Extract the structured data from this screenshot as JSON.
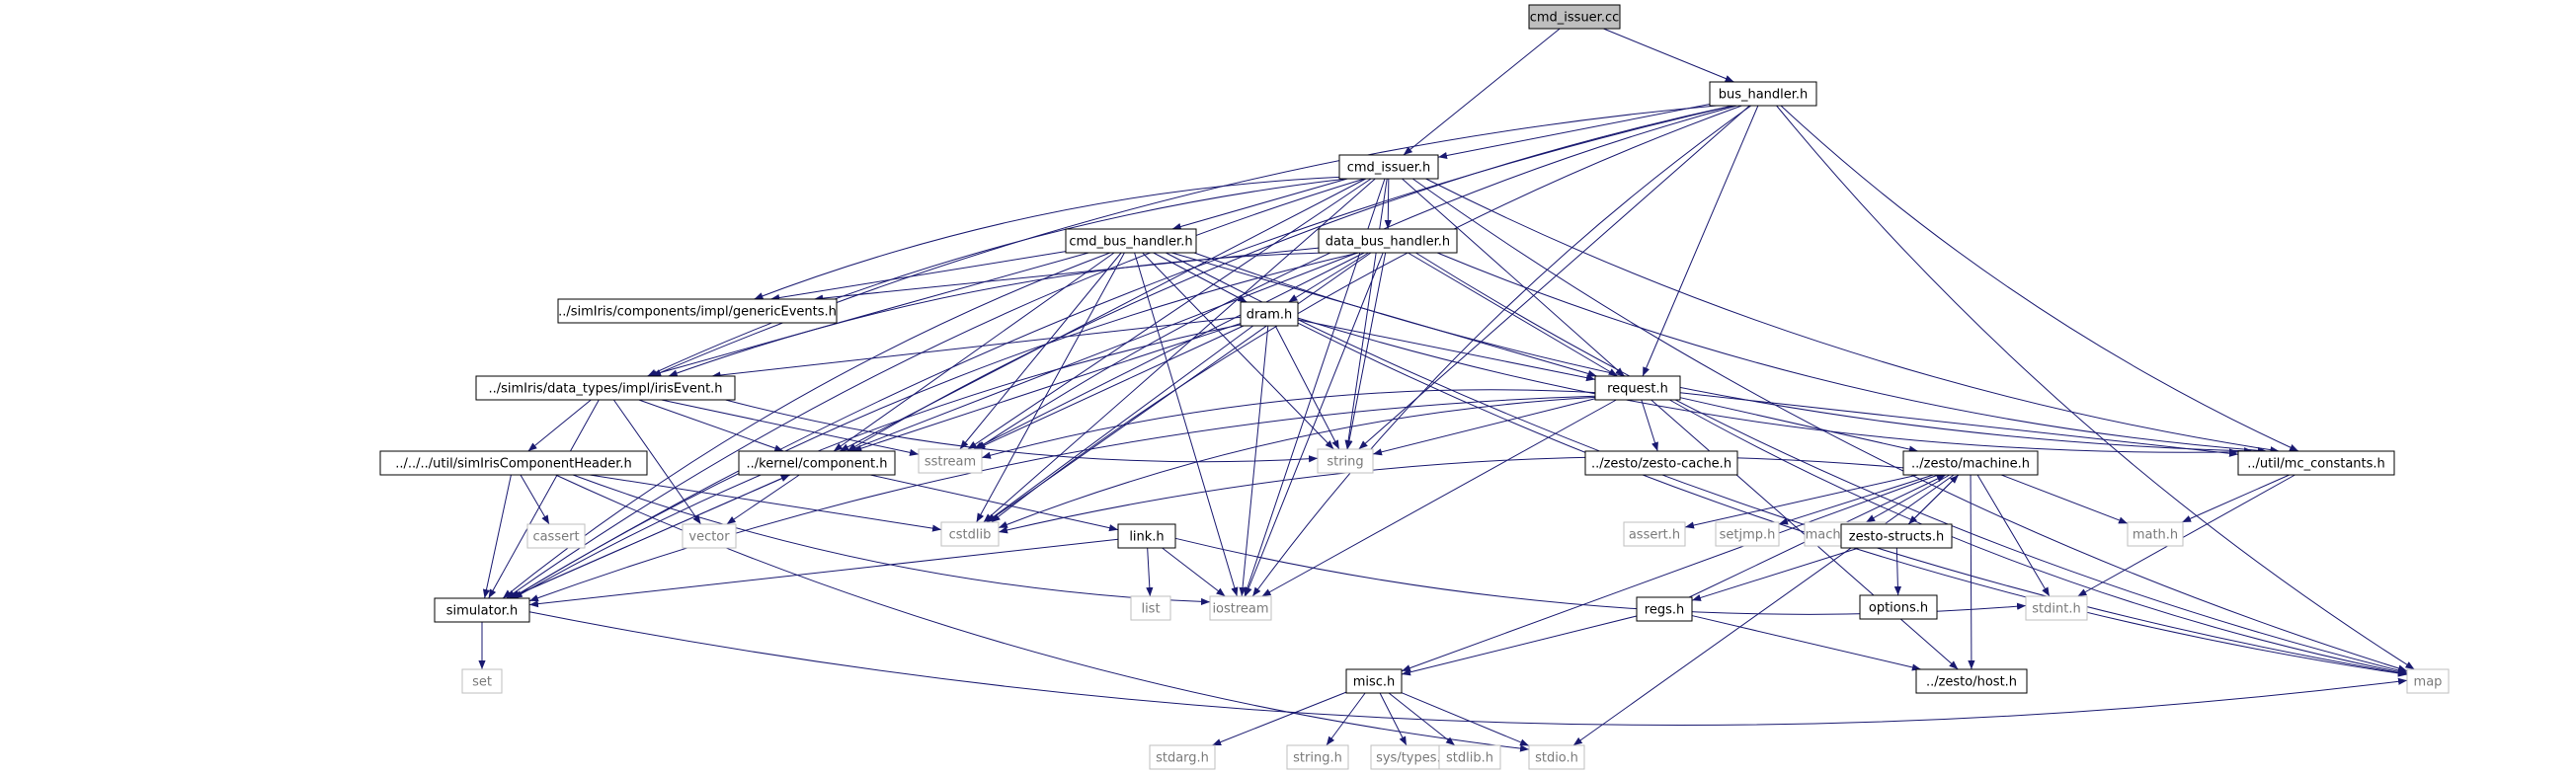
{
  "diagram": {
    "title": "cmd_issuer.cc",
    "colors": {
      "edge": "#191970",
      "root_fill": "#bfbfbf",
      "node_border": "#000000",
      "system_border": "#bfbfbf",
      "system_text": "#7a7a7a"
    },
    "nodes": [
      {
        "id": "cmd_issuer_cc",
        "label": "cmd_issuer.cc",
        "kind": "root"
      },
      {
        "id": "bus_handler_h",
        "label": "bus_handler.h",
        "kind": "local"
      },
      {
        "id": "cmd_issuer_h",
        "label": "cmd_issuer.h",
        "kind": "local"
      },
      {
        "id": "cmd_bus_handler_h",
        "label": "cmd_bus_handler.h",
        "kind": "local"
      },
      {
        "id": "data_bus_handler_h",
        "label": "data_bus_handler.h",
        "kind": "local"
      },
      {
        "id": "genericEvents_h",
        "label": "../simIris/components/impl/genericEvents.h",
        "kind": "local"
      },
      {
        "id": "dram_h",
        "label": "dram.h",
        "kind": "local"
      },
      {
        "id": "irisEvent_h",
        "label": "../simIris/data_types/impl/irisEvent.h",
        "kind": "local"
      },
      {
        "id": "request_h",
        "label": "request.h",
        "kind": "local"
      },
      {
        "id": "simIrisComponentHeader_h",
        "label": "../../../util/simIrisComponentHeader.h",
        "kind": "local"
      },
      {
        "id": "component_h",
        "label": "../kernel/component.h",
        "kind": "local"
      },
      {
        "id": "sstream",
        "label": "sstream",
        "kind": "sys"
      },
      {
        "id": "string",
        "label": "string",
        "kind": "sys"
      },
      {
        "id": "zesto_cache_h",
        "label": "../zesto/zesto-cache.h",
        "kind": "local"
      },
      {
        "id": "machine_h",
        "label": "../zesto/machine.h",
        "kind": "local"
      },
      {
        "id": "mc_constants_h",
        "label": "../util/mc_constants.h",
        "kind": "local"
      },
      {
        "id": "cassert",
        "label": "cassert",
        "kind": "sys"
      },
      {
        "id": "vector",
        "label": "vector",
        "kind": "sys"
      },
      {
        "id": "cstdlib",
        "label": "cstdlib",
        "kind": "sys"
      },
      {
        "id": "link_h",
        "label": "link.h",
        "kind": "local"
      },
      {
        "id": "assert_h",
        "label": "assert.h",
        "kind": "sys"
      },
      {
        "id": "setjmp_h",
        "label": "setjmp.h",
        "kind": "sys"
      },
      {
        "id": "machine_def",
        "label": "machine.def",
        "kind": "sys"
      },
      {
        "id": "zesto_structs_h",
        "label": "zesto-structs.h",
        "kind": "local"
      },
      {
        "id": "math_h",
        "label": "math.h",
        "kind": "sys"
      },
      {
        "id": "simulator_h",
        "label": "simulator.h",
        "kind": "local"
      },
      {
        "id": "list",
        "label": "list",
        "kind": "sys"
      },
      {
        "id": "iostream",
        "label": "iostream",
        "kind": "sys"
      },
      {
        "id": "options_h",
        "label": "options.h",
        "kind": "local"
      },
      {
        "id": "stdint_h",
        "label": "stdint.h",
        "kind": "sys"
      },
      {
        "id": "regs_h",
        "label": "regs.h",
        "kind": "local"
      },
      {
        "id": "set",
        "label": "set",
        "kind": "sys"
      },
      {
        "id": "misc_h",
        "label": "misc.h",
        "kind": "local"
      },
      {
        "id": "host_h",
        "label": "../zesto/host.h",
        "kind": "local"
      },
      {
        "id": "map",
        "label": "map",
        "kind": "sys"
      },
      {
        "id": "stdarg_h",
        "label": "stdarg.h",
        "kind": "sys"
      },
      {
        "id": "string_h",
        "label": "string.h",
        "kind": "sys"
      },
      {
        "id": "sys_types_h",
        "label": "sys/types.h",
        "kind": "sys"
      },
      {
        "id": "stdlib_h",
        "label": "stdlib.h",
        "kind": "sys"
      },
      {
        "id": "stdio_h",
        "label": "stdio.h",
        "kind": "sys"
      }
    ],
    "edges": [
      [
        "cmd_issuer_cc",
        "bus_handler_h"
      ],
      [
        "cmd_issuer_cc",
        "cmd_issuer_h"
      ],
      [
        "bus_handler_h",
        "cmd_issuer_h"
      ],
      [
        "bus_handler_h",
        "string"
      ],
      [
        "bus_handler_h",
        "request_h"
      ],
      [
        "bus_handler_h",
        "mc_constants_h"
      ],
      [
        "bus_handler_h",
        "map"
      ],
      [
        "bus_handler_h",
        "iostream"
      ],
      [
        "bus_handler_h",
        "cstdlib"
      ],
      [
        "bus_handler_h",
        "irisEvent_h"
      ],
      [
        "bus_handler_h",
        "component_h"
      ],
      [
        "bus_handler_h",
        "simulator_h"
      ],
      [
        "bus_handler_h",
        "sstream"
      ],
      [
        "cmd_issuer_h",
        "cmd_bus_handler_h"
      ],
      [
        "cmd_issuer_h",
        "data_bus_handler_h"
      ],
      [
        "cmd_issuer_h",
        "genericEvents_h"
      ],
      [
        "cmd_issuer_h",
        "irisEvent_h"
      ],
      [
        "cmd_issuer_h",
        "request_h"
      ],
      [
        "cmd_issuer_h",
        "component_h"
      ],
      [
        "cmd_issuer_h",
        "simulator_h"
      ],
      [
        "cmd_issuer_h",
        "sstream"
      ],
      [
        "cmd_issuer_h",
        "string"
      ],
      [
        "cmd_issuer_h",
        "mc_constants_h"
      ],
      [
        "cmd_issuer_h",
        "map"
      ],
      [
        "cmd_issuer_h",
        "iostream"
      ],
      [
        "cmd_issuer_h",
        "cstdlib"
      ],
      [
        "cmd_bus_handler_h",
        "genericEvents_h"
      ],
      [
        "cmd_bus_handler_h",
        "dram_h"
      ],
      [
        "cmd_bus_handler_h",
        "irisEvent_h"
      ],
      [
        "cmd_bus_handler_h",
        "request_h"
      ],
      [
        "cmd_bus_handler_h",
        "component_h"
      ],
      [
        "cmd_bus_handler_h",
        "sstream"
      ],
      [
        "cmd_bus_handler_h",
        "string"
      ],
      [
        "cmd_bus_handler_h",
        "cstdlib"
      ],
      [
        "cmd_bus_handler_h",
        "iostream"
      ],
      [
        "cmd_bus_handler_h",
        "simulator_h"
      ],
      [
        "cmd_bus_handler_h",
        "mc_constants_h"
      ],
      [
        "cmd_bus_handler_h",
        "map"
      ],
      [
        "data_bus_handler_h",
        "genericEvents_h"
      ],
      [
        "data_bus_handler_h",
        "dram_h"
      ],
      [
        "data_bus_handler_h",
        "irisEvent_h"
      ],
      [
        "data_bus_handler_h",
        "request_h"
      ],
      [
        "data_bus_handler_h",
        "component_h"
      ],
      [
        "data_bus_handler_h",
        "sstream"
      ],
      [
        "data_bus_handler_h",
        "string"
      ],
      [
        "data_bus_handler_h",
        "cstdlib"
      ],
      [
        "data_bus_handler_h",
        "iostream"
      ],
      [
        "data_bus_handler_h",
        "simulator_h"
      ],
      [
        "data_bus_handler_h",
        "mc_constants_h"
      ],
      [
        "data_bus_handler_h",
        "map"
      ],
      [
        "dram_h",
        "irisEvent_h"
      ],
      [
        "dram_h",
        "request_h"
      ],
      [
        "dram_h",
        "component_h"
      ],
      [
        "dram_h",
        "sstream"
      ],
      [
        "dram_h",
        "string"
      ],
      [
        "dram_h",
        "cstdlib"
      ],
      [
        "dram_h",
        "iostream"
      ],
      [
        "dram_h",
        "simulator_h"
      ],
      [
        "dram_h",
        "mc_constants_h"
      ],
      [
        "dram_h",
        "map"
      ],
      [
        "irisEvent_h",
        "simIrisComponentHeader_h"
      ],
      [
        "irisEvent_h",
        "component_h"
      ],
      [
        "irisEvent_h",
        "sstream"
      ],
      [
        "irisEvent_h",
        "string"
      ],
      [
        "irisEvent_h",
        "vector"
      ],
      [
        "irisEvent_h",
        "simulator_h"
      ],
      [
        "request_h",
        "sstream"
      ],
      [
        "request_h",
        "string"
      ],
      [
        "request_h",
        "zesto_cache_h"
      ],
      [
        "request_h",
        "machine_h"
      ],
      [
        "request_h",
        "mc_constants_h"
      ],
      [
        "request_h",
        "cstdlib"
      ],
      [
        "request_h",
        "iostream"
      ],
      [
        "request_h",
        "simulator_h"
      ],
      [
        "request_h",
        "host_h"
      ],
      [
        "request_h",
        "map"
      ],
      [
        "simIrisComponentHeader_h",
        "cassert"
      ],
      [
        "simIrisComponentHeader_h",
        "cstdlib"
      ],
      [
        "simIrisComponentHeader_h",
        "simulator_h"
      ],
      [
        "simIrisComponentHeader_h",
        "iostream"
      ],
      [
        "simIrisComponentHeader_h",
        "stdio_h"
      ],
      [
        "component_h",
        "vector"
      ],
      [
        "component_h",
        "link_h"
      ],
      [
        "component_h",
        "simulator_h"
      ],
      [
        "simulator_h",
        "component_h"
      ],
      [
        "simulator_h",
        "set"
      ],
      [
        "simulator_h",
        "map"
      ],
      [
        "machine_h",
        "cstdlib"
      ],
      [
        "machine_h",
        "assert_h"
      ],
      [
        "machine_h",
        "setjmp_h"
      ],
      [
        "machine_h",
        "machine_def"
      ],
      [
        "machine_h",
        "zesto_structs_h"
      ],
      [
        "machine_h",
        "math_h"
      ],
      [
        "machine_h",
        "stdint_h"
      ],
      [
        "machine_h",
        "host_h"
      ],
      [
        "machine_h",
        "misc_h"
      ],
      [
        "machine_h",
        "stdio_h"
      ],
      [
        "zesto_structs_h",
        "machine_h"
      ],
      [
        "zesto_structs_h",
        "options_h"
      ],
      [
        "zesto_structs_h",
        "regs_h"
      ],
      [
        "regs_h",
        "machine_h"
      ],
      [
        "regs_h",
        "misc_h"
      ],
      [
        "regs_h",
        "host_h"
      ],
      [
        "mc_constants_h",
        "math_h"
      ],
      [
        "mc_constants_h",
        "stdint_h"
      ],
      [
        "link_h",
        "list"
      ],
      [
        "link_h",
        "iostream"
      ],
      [
        "link_h",
        "simulator_h"
      ],
      [
        "link_h",
        "stdint_h"
      ],
      [
        "misc_h",
        "stdarg_h"
      ],
      [
        "misc_h",
        "string_h"
      ],
      [
        "misc_h",
        "sys_types_h"
      ],
      [
        "misc_h",
        "stdlib_h"
      ],
      [
        "misc_h",
        "stdio_h"
      ]
    ]
  }
}
